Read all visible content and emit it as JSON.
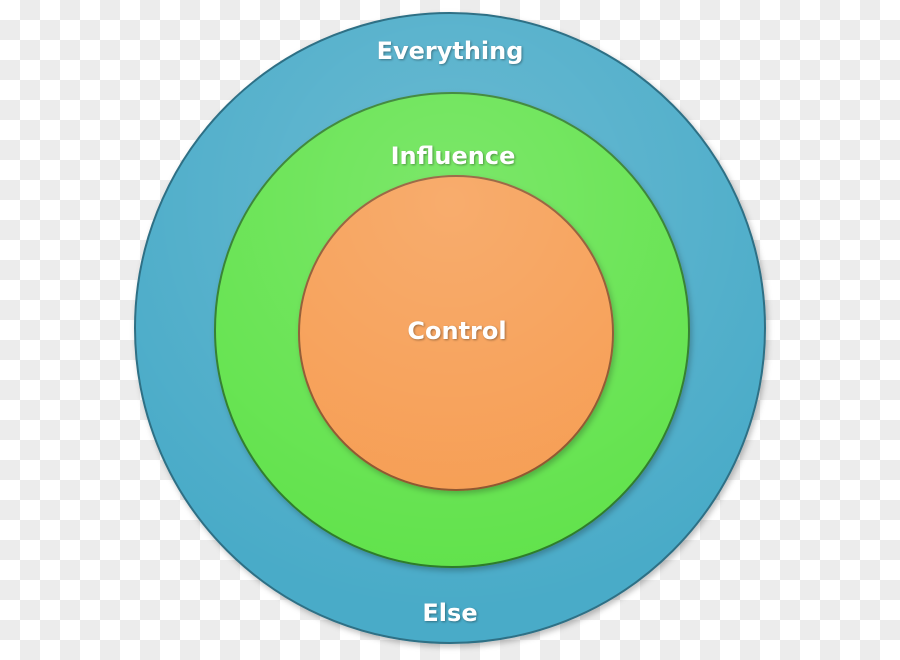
{
  "diagram": {
    "type": "concentric-circles",
    "rings": [
      {
        "id": "outer",
        "label_top": "Everything",
        "label_bottom": "Else",
        "color": "#4aabc8",
        "stroke": "#2f6f85"
      },
      {
        "id": "middle",
        "label": "Influence",
        "color": "#5fe24a",
        "stroke": "#2c7a25"
      },
      {
        "id": "inner",
        "label": "Control",
        "color": "#f69a4e",
        "stroke": "#8a5025"
      }
    ]
  }
}
